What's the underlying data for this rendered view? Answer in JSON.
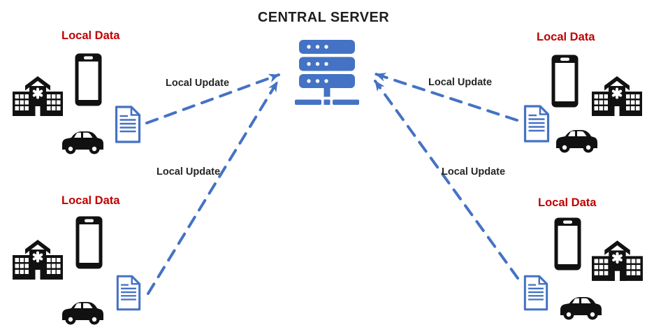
{
  "diagram": {
    "title": "CENTRAL SERVER",
    "colors": {
      "accent_blue": "#4472C4",
      "label_red": "#C00000",
      "icon_black": "#111111",
      "text_black": "#1F1F1F"
    },
    "server": {
      "icon": "server-icon"
    },
    "clusters": [
      {
        "position": "top-left",
        "label": "Local Data",
        "icons": [
          "hospital-icon",
          "smartphone-icon",
          "document-icon",
          "car-icon"
        ]
      },
      {
        "position": "top-right",
        "label": "Local Data",
        "icons": [
          "smartphone-icon",
          "hospital-icon",
          "document-icon",
          "car-icon"
        ]
      },
      {
        "position": "bottom-left",
        "label": "Local Data",
        "icons": [
          "hospital-icon",
          "smartphone-icon",
          "document-icon",
          "car-icon"
        ]
      },
      {
        "position": "bottom-right",
        "label": "Local Data",
        "icons": [
          "smartphone-icon",
          "hospital-icon",
          "document-icon",
          "car-icon"
        ]
      }
    ],
    "arrows": [
      {
        "label": "Local Update",
        "from": "top-left document",
        "to": "central server",
        "style": "dashed"
      },
      {
        "label": "Local Update",
        "from": "bottom-left document",
        "to": "central server",
        "style": "dashed"
      },
      {
        "label": "Local Update",
        "from": "top-right document",
        "to": "central server",
        "style": "dashed"
      },
      {
        "label": "Local Update",
        "from": "bottom-right document",
        "to": "central server",
        "style": "dashed"
      }
    ]
  }
}
